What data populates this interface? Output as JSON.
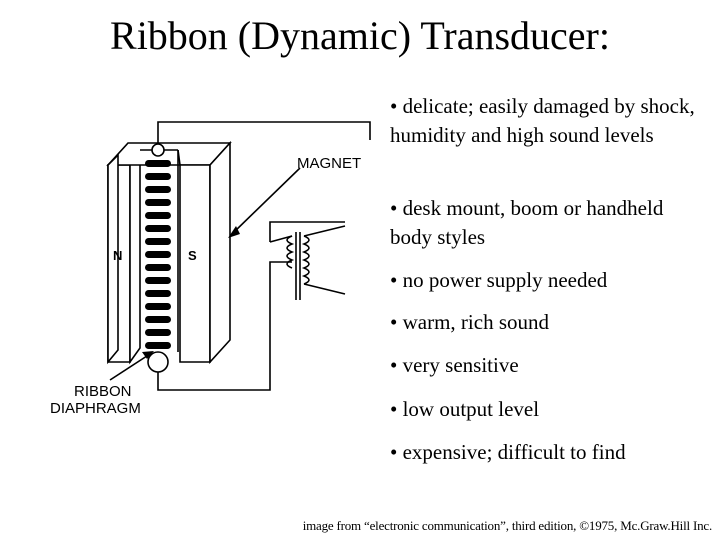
{
  "title": "Ribbon (Dynamic) Transducer:",
  "bullets": [
    "• delicate; easily damaged by shock, humidity and high sound levels",
    "• desk mount, boom or handheld body styles",
    "• no power supply needed",
    "• warm, rich sound",
    "• very sensitive",
    "• low output level",
    "• expensive; difficult to find"
  ],
  "diagram": {
    "magnet_label": "MAGNET",
    "ribbon_label_line1": "RIBBON",
    "ribbon_label_line2": "DIAPHRAGM",
    "north_label": "N",
    "south_label": "S"
  },
  "credit": "image from “electronic communication”, third edition, ©1975, Mc.Graw.Hill Inc."
}
